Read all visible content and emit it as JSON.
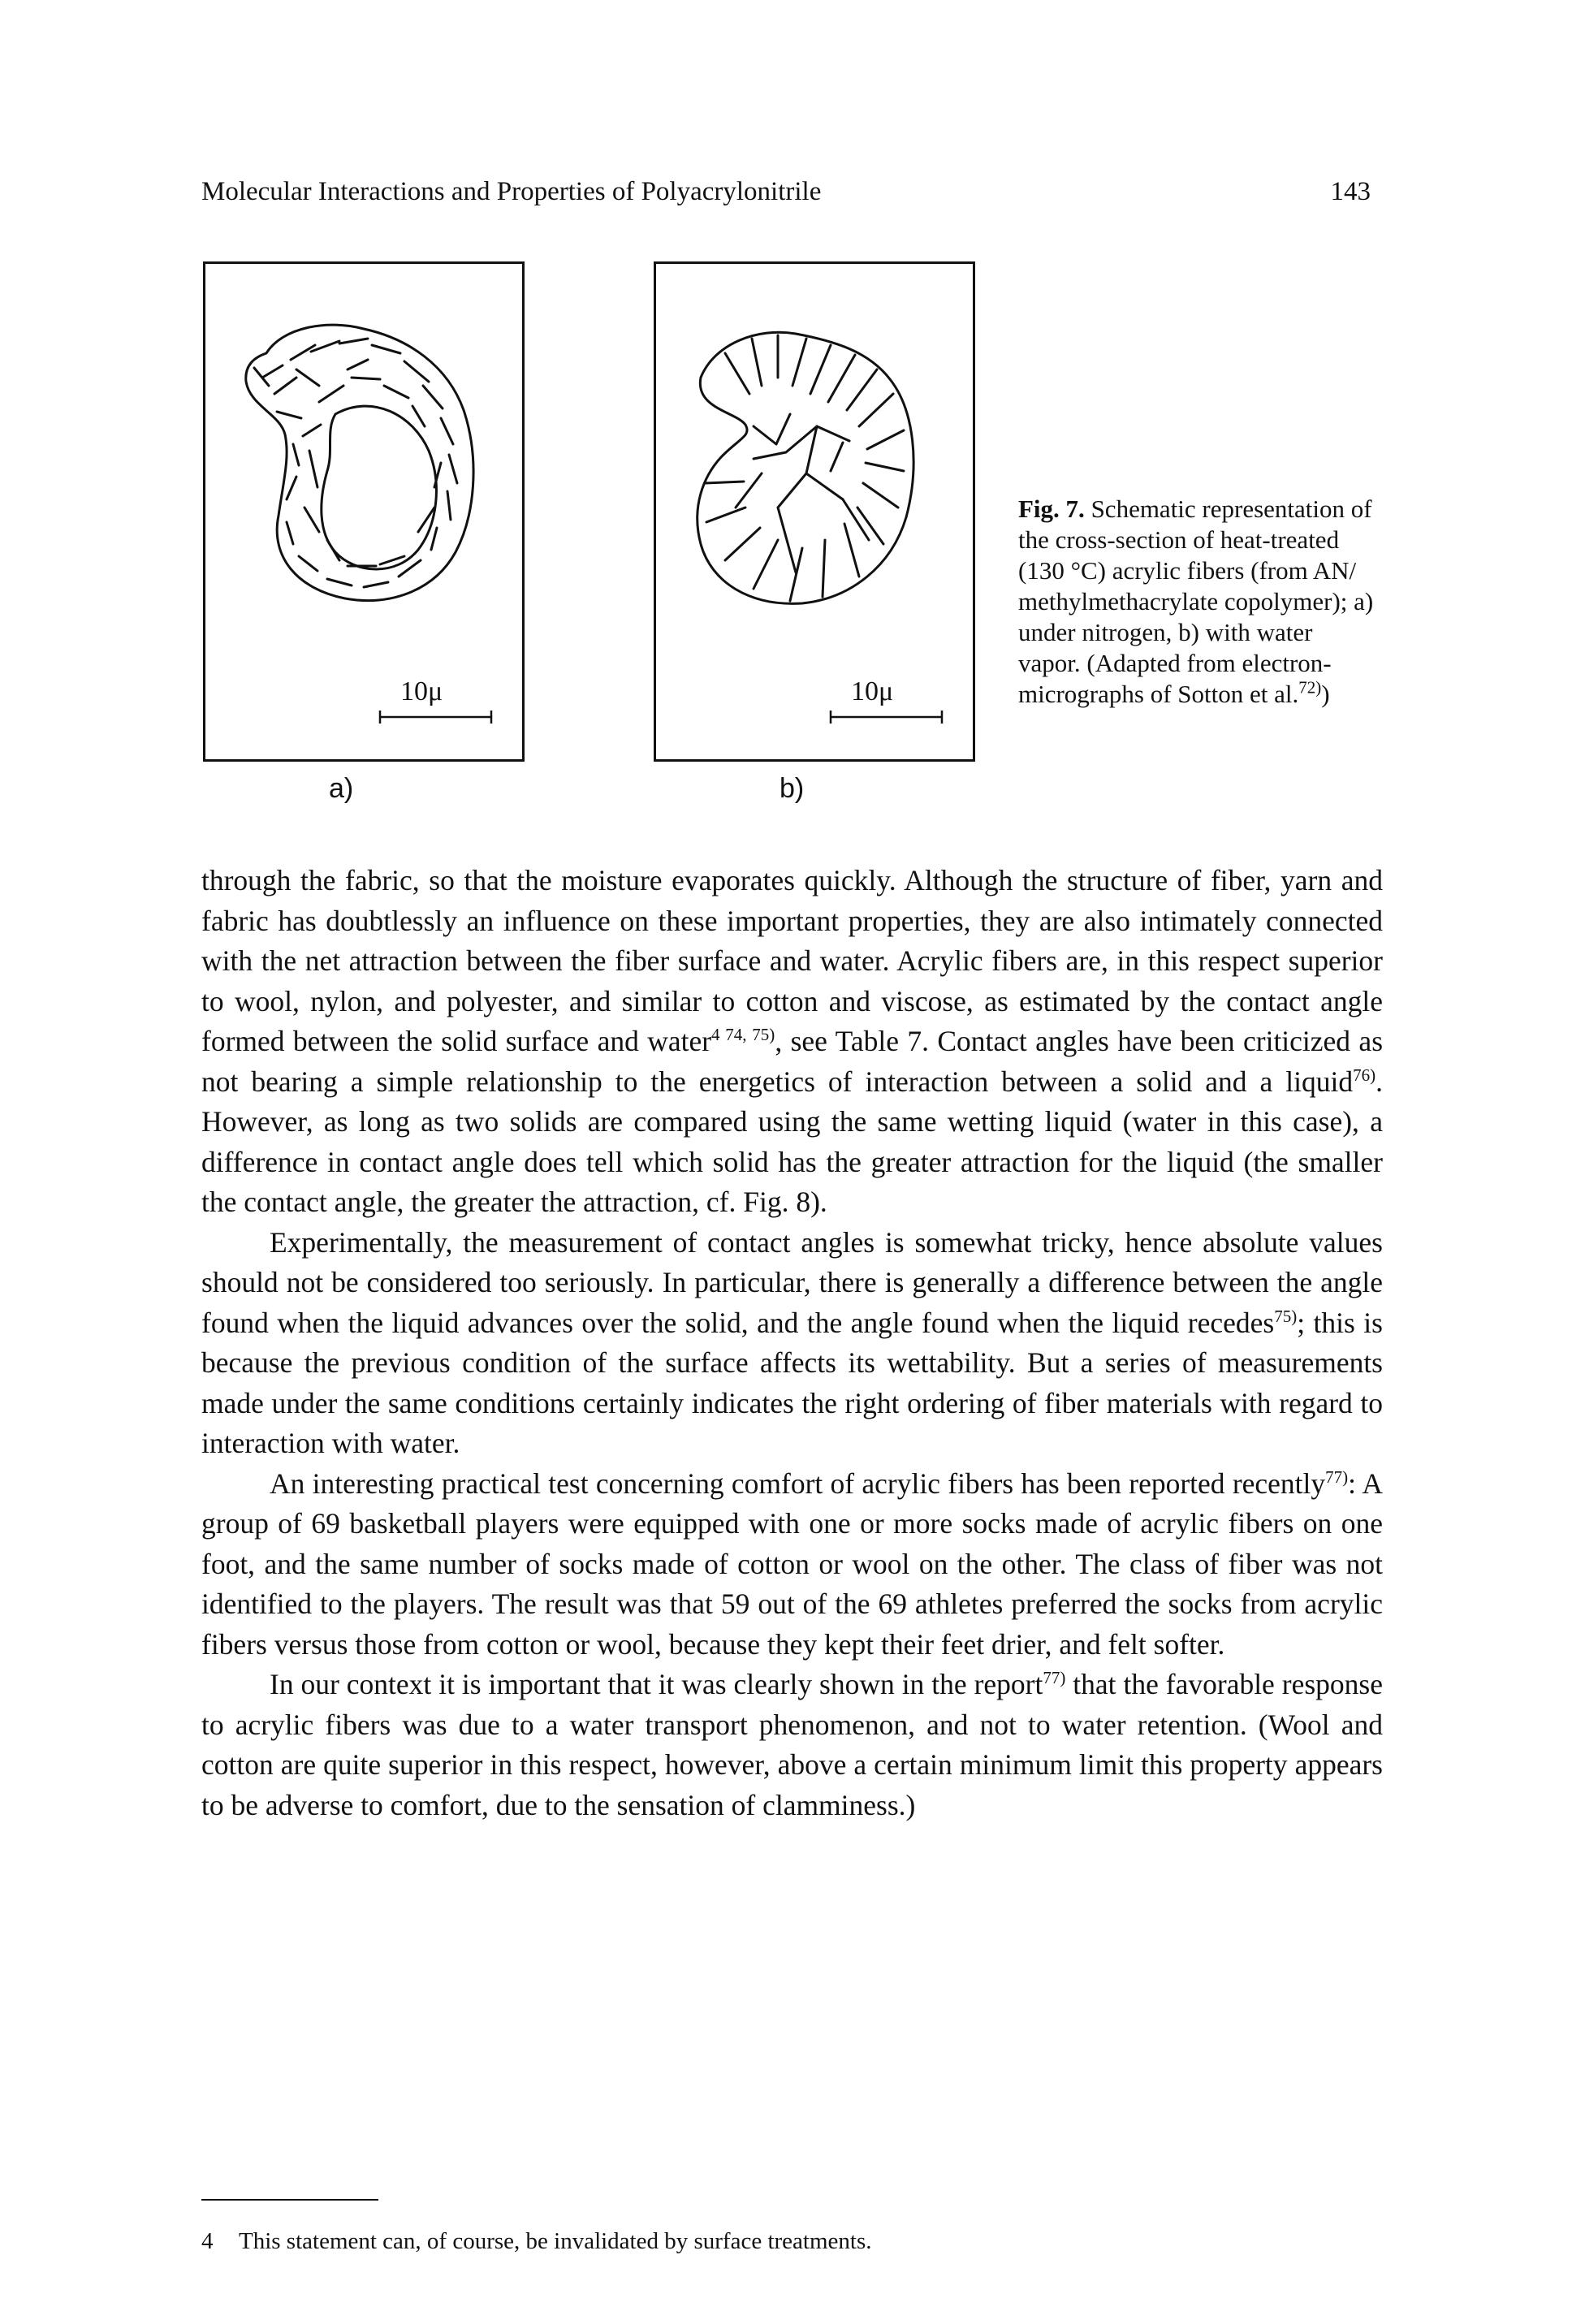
{
  "header": {
    "running_title": "Molecular Interactions and Properties of Polyacrylonitrile",
    "page_number": "143"
  },
  "figure": {
    "panel_a": {
      "label": "a)",
      "scale": "10μ"
    },
    "panel_b": {
      "label": "b)",
      "scale": "10μ"
    },
    "caption": {
      "prefix": "Fig. 7.",
      "text_1": " Schematic representation of the cross-section of heat-treated (130 °C) acrylic fibers (from AN/ methylmethacrylate copolymer); a) under nitrogen, b) with water vapor. (Adapted from electron-micrographs of Sotton et al.",
      "ref": "72)",
      "text_2": ")"
    }
  },
  "body": {
    "p1": {
      "t1": "through the fabric, so that the moisture evaporates quickly. Although the structure of fiber, yarn and fabric has doubtlessly an influence on these important properties, they are also intimately connected with the net attraction between the fiber surface and water. Acrylic fibers are, in this respect superior to wool, nylon, and polyester, and similar to cotton and viscose, as estimated by the contact angle formed between the solid surface and water",
      "s1": "4 74, 75)",
      "t2": ", see Table 7. Contact angles have been criticized as not bearing a simple relationship to the energetics of interaction between a solid and a liquid",
      "s2": "76)",
      "t3": ". However, as long as two solids are compared using the same wetting liquid (water in this case), a difference in contact angle does tell which solid has the greater attraction for the liquid (the smaller the contact angle, the greater the attraction, cf. Fig. 8)."
    },
    "p2": {
      "t1": "Experimentally, the measurement of contact angles is somewhat tricky, hence absolute values should not be considered too seriously. In particular, there is generally a difference between the angle found when the liquid advances over the solid, and the angle found when the liquid recedes",
      "s1": "75)",
      "t2": "; this is because the previous condition of the surface affects its wettability. But a series of measurements made under the same conditions certainly indicates the right ordering of fiber materials with regard to interaction with water."
    },
    "p3": {
      "t1": "An interesting practical test concerning comfort of acrylic fibers has been reported recently",
      "s1": "77)",
      "t2": ": A group of 69 basketball players were equipped with one or more socks made of acrylic fibers on one foot, and the same number of socks made of cotton or wool on the other. The class of fiber was not identified to the players. The result was that 59 out of the 69 athletes preferred the socks from acrylic fibers versus those from cotton or wool, because they kept their feet drier, and felt softer."
    },
    "p4": {
      "t1": "In our context it is important that it was clearly shown in the report",
      "s1": "77)",
      "t2": " that the favorable response to acrylic fibers was due to a water transport phenomenon, and not to water retention. (Wool and cotton are quite superior in this respect, however, above a certain minimum limit this property appears to be adverse to comfort, due to the sensation of clamminess.)"
    }
  },
  "footnote": {
    "number": "4",
    "text": "This statement can, of course, be invalidated by surface treatments."
  }
}
